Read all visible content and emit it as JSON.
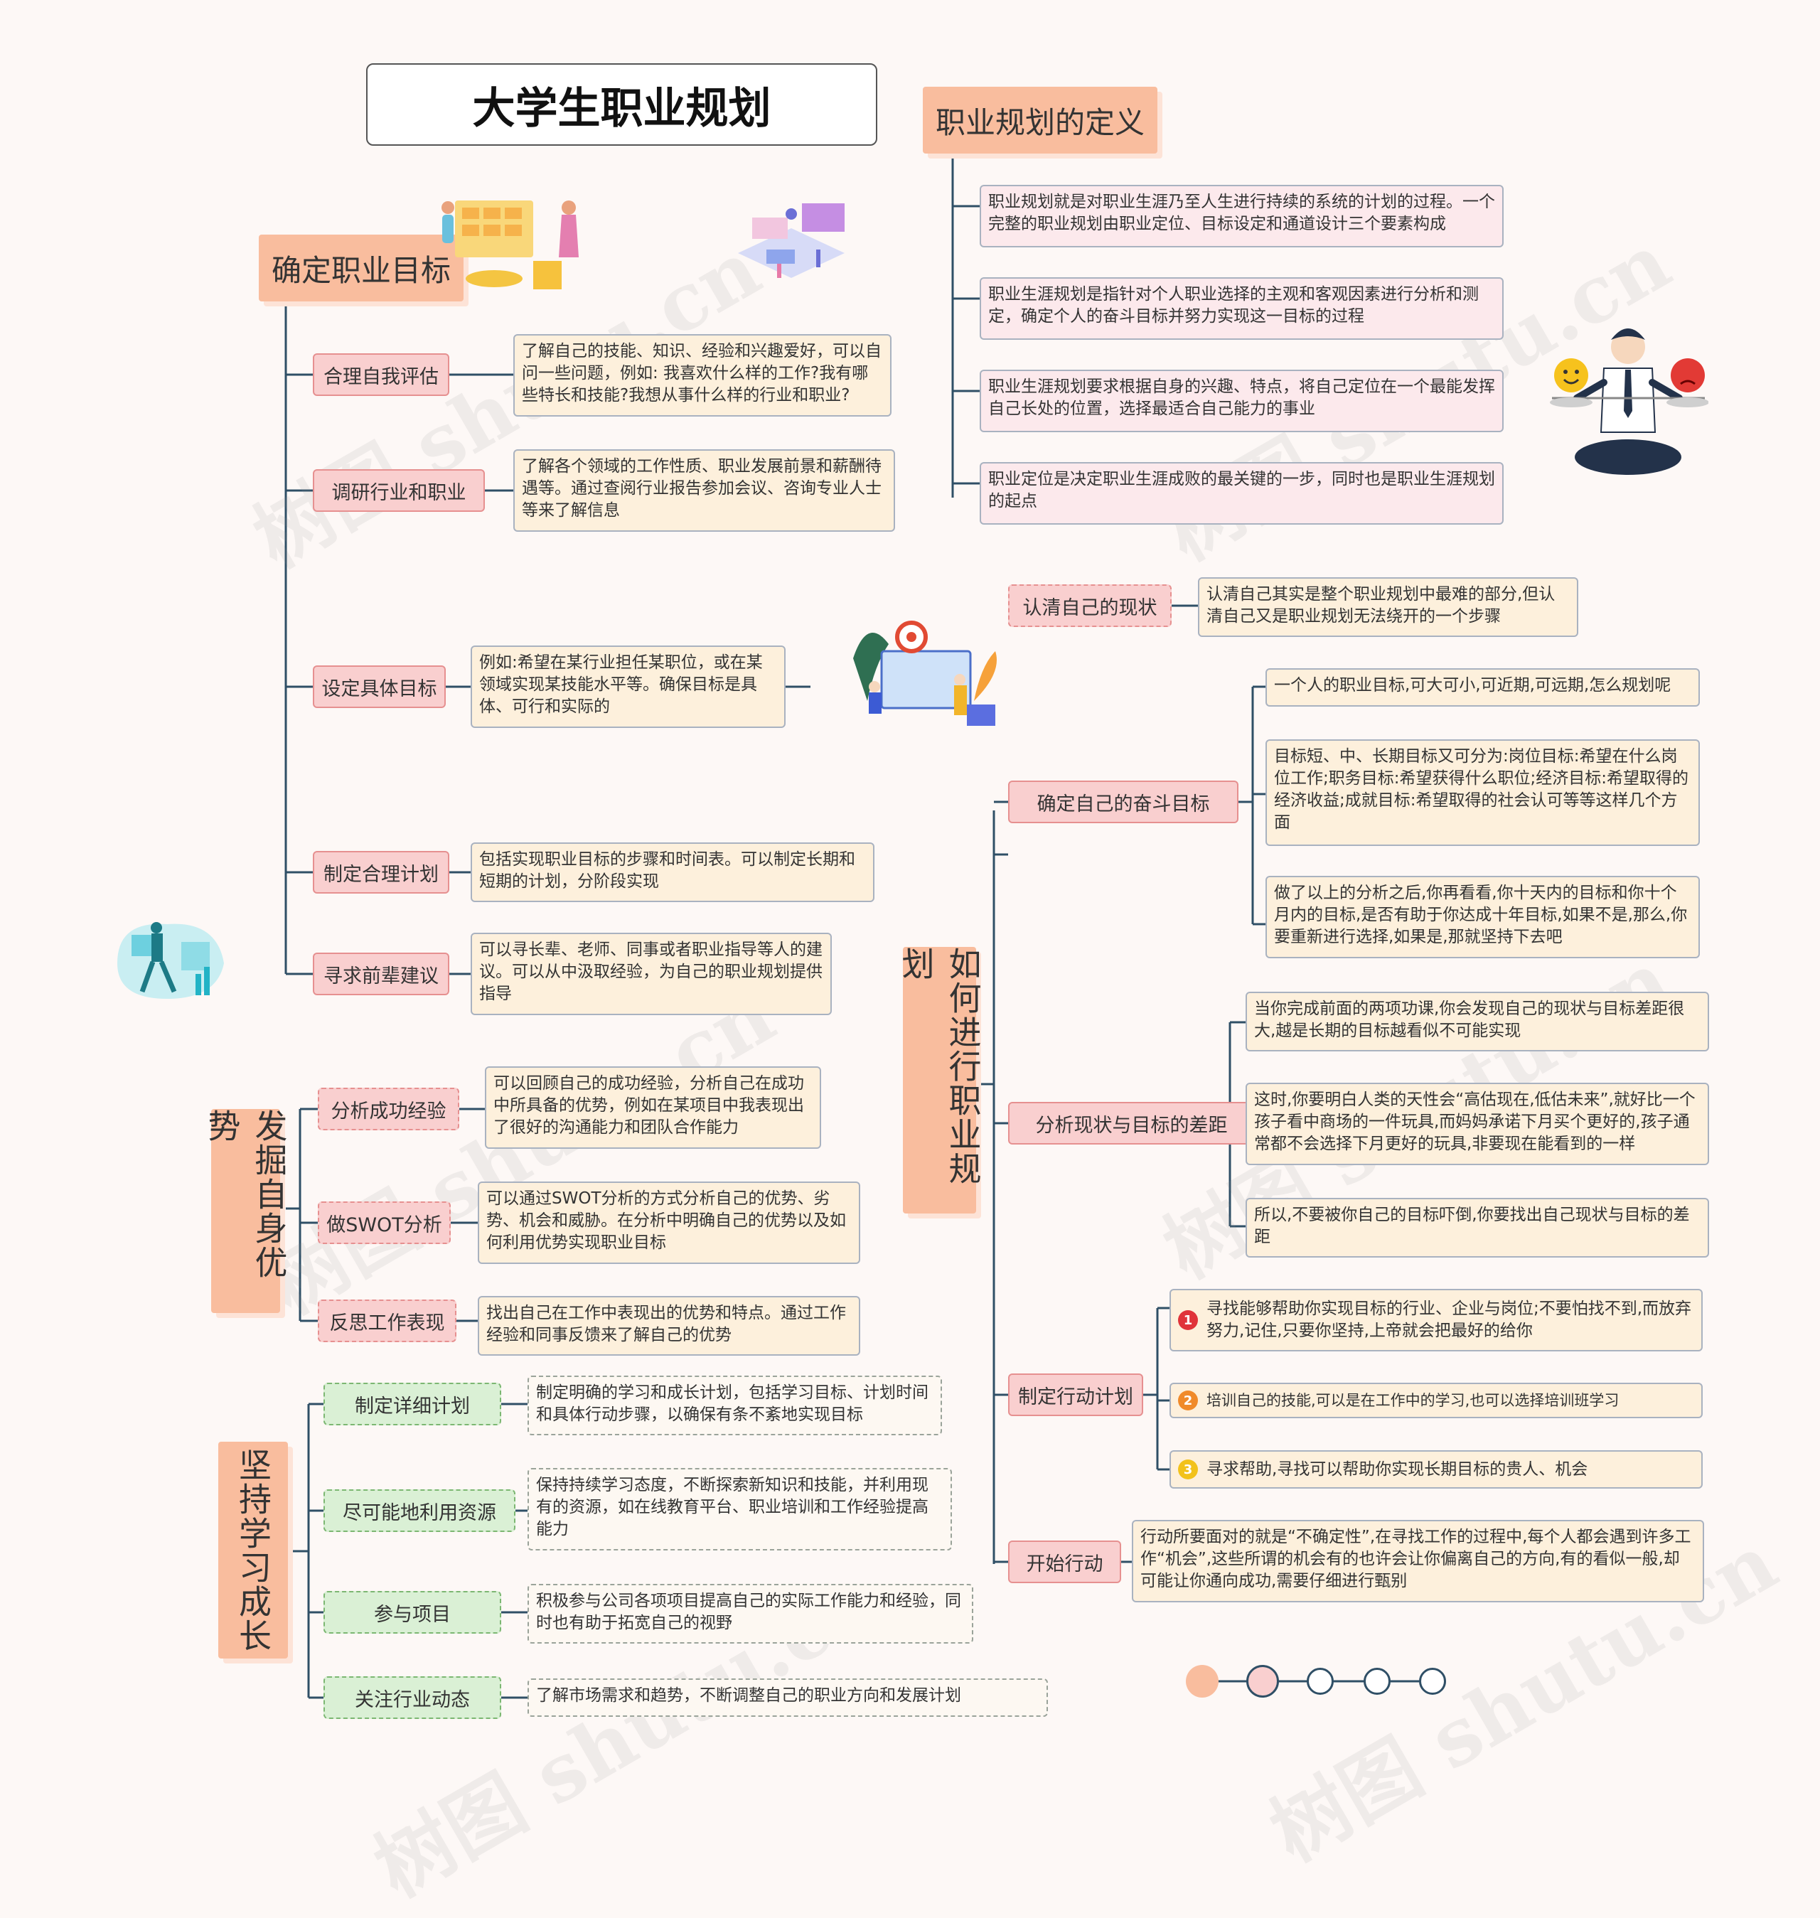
{
  "title": "大学生职业规划",
  "watermark": "树图 shutu.cn",
  "definition": {
    "label": "职业规划的定义",
    "items": [
      "职业规划就是对职业生涯乃至人生进行持续的系统的计划的过程。一个完整的职业规划由职业定位、目标设定和通道设计三个要素构成",
      "职业生涯规划是指针对个人职业选择的主观和客观因素进行分析和测定，确定个人的奋斗目标并努力实现这一目标的过程",
      "职业生涯规划要求根据自身的兴趣、特点，将自己定位在一个最能发挥自己长处的位置，选择最适合自己能力的事业",
      "职业定位是决定职业生涯成败的最关键的一步，同时也是职业生涯规划的起点"
    ]
  },
  "goal": {
    "label": "确定职业目标",
    "items": [
      {
        "label": "合理自我评估",
        "text": "了解自己的技能、知识、经验和兴趣爱好，可以自问一些问题，例如: 我喜欢什么样的工作?我有哪些特长和技能?我想从事什么样的行业和职业?"
      },
      {
        "label": "调研行业和职业",
        "text": "了解各个领域的工作性质、职业发展前景和薪酬待遇等。通过查阅行业报告参加会议、咨询专业人士等来了解信息"
      },
      {
        "label": "设定具体目标",
        "text": "例如:希望在某行业担任某职位，或在某领域实现某技能水平等。确保目标是具体、可行和实际的"
      },
      {
        "label": "制定合理计划",
        "text": "包括实现职业目标的步骤和时间表。可以制定长期和短期的计划，分阶段实现"
      },
      {
        "label": "寻求前辈建议",
        "text": "可以寻长辈、老师、同事或者职业指导等人的建议。可以从中汲取经验，为自己的职业规划提供指导"
      }
    ]
  },
  "how": {
    "label": "如何进行职业规划",
    "status": {
      "label": "认清自己的现状",
      "text": "认清自己其实是整个职业规划中最难的部分,但认清自己又是职业规划无法绕开的一个步骤"
    },
    "target": {
      "label": "确定自己的奋斗目标",
      "items": [
        "一个人的职业目标,可大可小,可近期,可远期,怎么规划呢",
        "目标短、中、长期目标又可分为:岗位目标:希望在什么岗位工作;职务目标:希望获得什么职位;经济目标:希望取得的经济收益;成就目标:希望取得的社会认可等等这样几个方面",
        "做了以上的分析之后,你再看看,你十天内的目标和你十个月内的目标,是否有助于你达成十年目标,如果不是,那么,你要重新进行选择,如果是,那就坚持下去吧"
      ]
    },
    "gap": {
      "label": "分析现状与目标的差距",
      "items": [
        "当你完成前面的两项功课,你会发现自己的现状与目标差距很大,越是长期的目标越看似不可能实现",
        "这时,你要明白人类的天性会“高估现在,低估未来”,就好比一个孩子看中商场的一件玩具,而妈妈承诺下月买个更好的,孩子通常都不会选择下月更好的玩具,非要现在能看到的一样",
        "所以,不要被你自己的目标吓倒,你要找出自己现状与目标的差距"
      ]
    },
    "plan": {
      "label": "制定行动计划",
      "items": [
        {
          "num": "1",
          "color": "#e0333a",
          "text": "寻找能够帮助你实现目标的行业、企业与岗位;不要怕找不到,而放弃努力,记住,只要你坚持,上帝就会把最好的给你"
        },
        {
          "num": "2",
          "color": "#f08a2a",
          "text": "培训自己的技能,可以是在工作中的学习,也可以选择培训班学习"
        },
        {
          "num": "3",
          "color": "#f2c21b",
          "text": "寻求帮助,寻找可以帮助你实现长期目标的贵人、机会"
        }
      ]
    },
    "act": {
      "label": "开始行动",
      "text": "行动所要面对的就是“不确定性”,在寻找工作的过程中,每个人都会遇到许多工作“机会”,这些所谓的机会有的也许会让你偏离自己的方向,有的看似一般,却可能让你通向成功,需要仔细进行甄别"
    }
  },
  "strength": {
    "label": "发掘自身优势",
    "items": [
      {
        "label": "分析成功经验",
        "text": "可以回顾自己的成功经验，分析自己在成功中所具备的优势，例如在某项目中我表现出了很好的沟通能力和团队合作能力"
      },
      {
        "label": "做SWOT分析",
        "text": "可以通过SWOT分析的方式分析自己的优势、劣势、机会和威胁。在分析中明确自己的优势以及如何利用优势实现职业目标"
      },
      {
        "label": "反思工作表现",
        "text": "找出自己在工作中表现出的优势和特点。通过工作经验和同事反馈来了解自己的优势"
      }
    ]
  },
  "learn": {
    "label": "坚持学习成长",
    "items": [
      {
        "label": "制定详细计划",
        "text": "制定明确的学习和成长计划，包括学习目标、计划时间和具体行动步骤，以确保有条不紊地实现目标"
      },
      {
        "label": "尽可能地利用资源",
        "text": "保持持续学习态度，不断探索新知识和技能，并利用现有的资源，如在线教育平台、职业培训和工作经验提高能力"
      },
      {
        "label": "参与项目",
        "text": "积极参与公司各项项目提高自己的实际工作能力和经验，同时也有助于拓宽自己的视野"
      },
      {
        "label": "关注行业动态",
        "text": "了解市场需求和趋势，不断调整自己的职业方向和发展计划"
      }
    ]
  },
  "colors": {
    "main": "#f9bd9e",
    "sub": "#f9cfcf",
    "leaf": "#fdf0dc",
    "line": "#2f4f66",
    "green": "#daf0d5"
  },
  "icons": [
    "business-illustration-icon",
    "data-dashboard-icon",
    "balance-meditation-icon",
    "target-team-icon",
    "analyst-icon",
    "pagination-dots"
  ]
}
